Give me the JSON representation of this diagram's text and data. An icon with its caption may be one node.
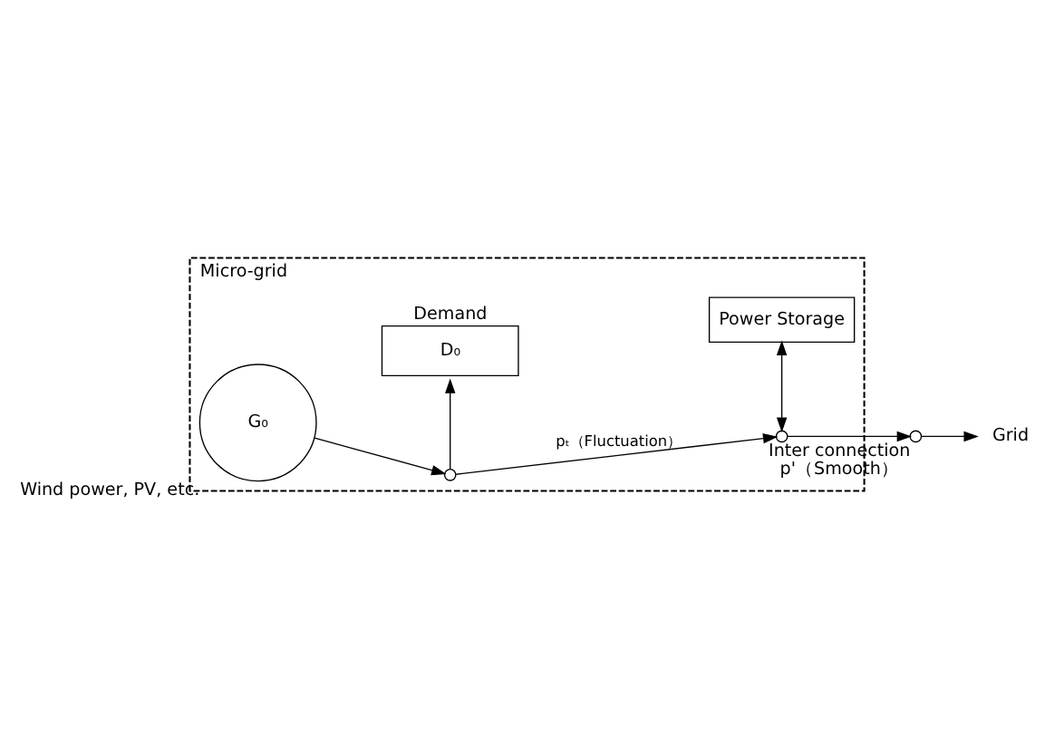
{
  "diagram": {
    "nodes": [
      {
        "text": [
          "Micro-grid"
        ]
      },
      {
        "text": [
          "G₀"
        ],
        "in": 0,
        "beside": [
          "Wind power, PV, etc."
        ]
      },
      {
        "text": [
          "Demand",
          "D₀"
        ],
        "in": 0
      },
      {
        "text": [],
        "shape": "circle",
        "in": 0
      },
      {
        "text": [],
        "shape": "circle",
        "in": 0
      },
      {
        "text": [],
        "shape": "circle",
        "beside": [
          "Inter connection",
          "p'（Smooth）"
        ]
      },
      {
        "text": [
          "Power Storage"
        ],
        "in": 0
      },
      {
        "text": [
          "Grid"
        ]
      }
    ],
    "edges": [
      {
        "from": 1,
        "to": 3,
        "arrow": "to"
      },
      {
        "from": 3,
        "to": 2,
        "arrow": "to"
      },
      {
        "from": 3,
        "to": 4,
        "arrow": "to",
        "label": "pₜ（Fluctuation）"
      },
      {
        "from": 4,
        "to": 6,
        "arrow": "both"
      },
      {
        "from": 4,
        "to": 5,
        "arrow": "to"
      },
      {
        "from": 5,
        "to": 7,
        "arrow": "to"
      }
    ]
  }
}
